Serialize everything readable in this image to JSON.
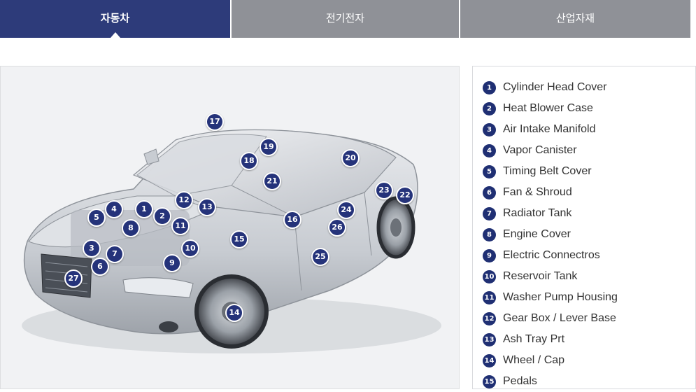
{
  "tabs": [
    {
      "label": "자동차",
      "active": true
    },
    {
      "label": "전기전자",
      "active": false
    },
    {
      "label": "산업자재",
      "active": false
    }
  ],
  "colors": {
    "tab_active": "#2d3b7a",
    "tab_inactive": "#8f9197",
    "marker": "#25337a"
  },
  "car_markers": [
    "17",
    "19",
    "18",
    "20",
    "21",
    "23",
    "22",
    "12",
    "13",
    "4",
    "1",
    "2",
    "5",
    "8",
    "11",
    "16",
    "24",
    "26",
    "15",
    "3",
    "7",
    "10",
    "6",
    "9",
    "25",
    "27",
    "14"
  ],
  "legend": [
    {
      "num": "1",
      "label": "Cylinder Head Cover"
    },
    {
      "num": "2",
      "label": "Heat Blower Case"
    },
    {
      "num": "3",
      "label": "Air Intake Manifold"
    },
    {
      "num": "4",
      "label": "Vapor Canister"
    },
    {
      "num": "5",
      "label": "Timing Belt Cover"
    },
    {
      "num": "6",
      "label": "Fan & Shroud"
    },
    {
      "num": "7",
      "label": "Radiator Tank"
    },
    {
      "num": "8",
      "label": "Engine Cover"
    },
    {
      "num": "9",
      "label": "Electric Connectros"
    },
    {
      "num": "10",
      "label": "Reservoir Tank"
    },
    {
      "num": "11",
      "label": "Washer Pump Housing"
    },
    {
      "num": "12",
      "label": "Gear Box / Lever Base"
    },
    {
      "num": "13",
      "label": "Ash Tray Prt"
    },
    {
      "num": "14",
      "label": "Wheel / Cap"
    },
    {
      "num": "15",
      "label": "Pedals"
    }
  ]
}
